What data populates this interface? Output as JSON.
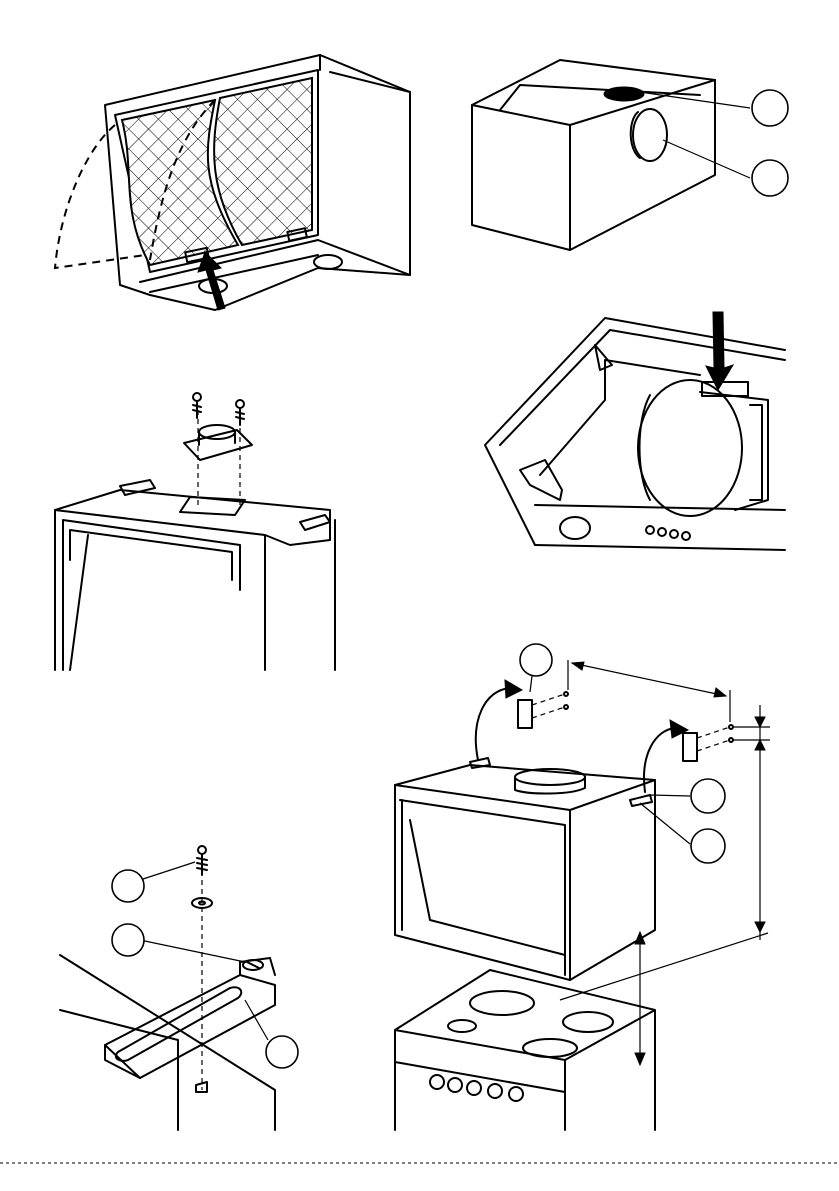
{
  "figures": [
    {
      "name": "filter-removal",
      "callouts": []
    },
    {
      "name": "hood-top-outlets",
      "callouts": [
        "",
        ""
      ]
    },
    {
      "name": "collar-fitting",
      "callouts": []
    },
    {
      "name": "fan-motor-view",
      "callouts": []
    },
    {
      "name": "wall-mounting",
      "callouts": [
        "",
        "",
        ""
      ]
    },
    {
      "name": "bracket-fixing",
      "callouts": [
        "",
        "",
        ""
      ]
    }
  ],
  "colors": {
    "ink": "#000000",
    "paper": "#ffffff"
  }
}
